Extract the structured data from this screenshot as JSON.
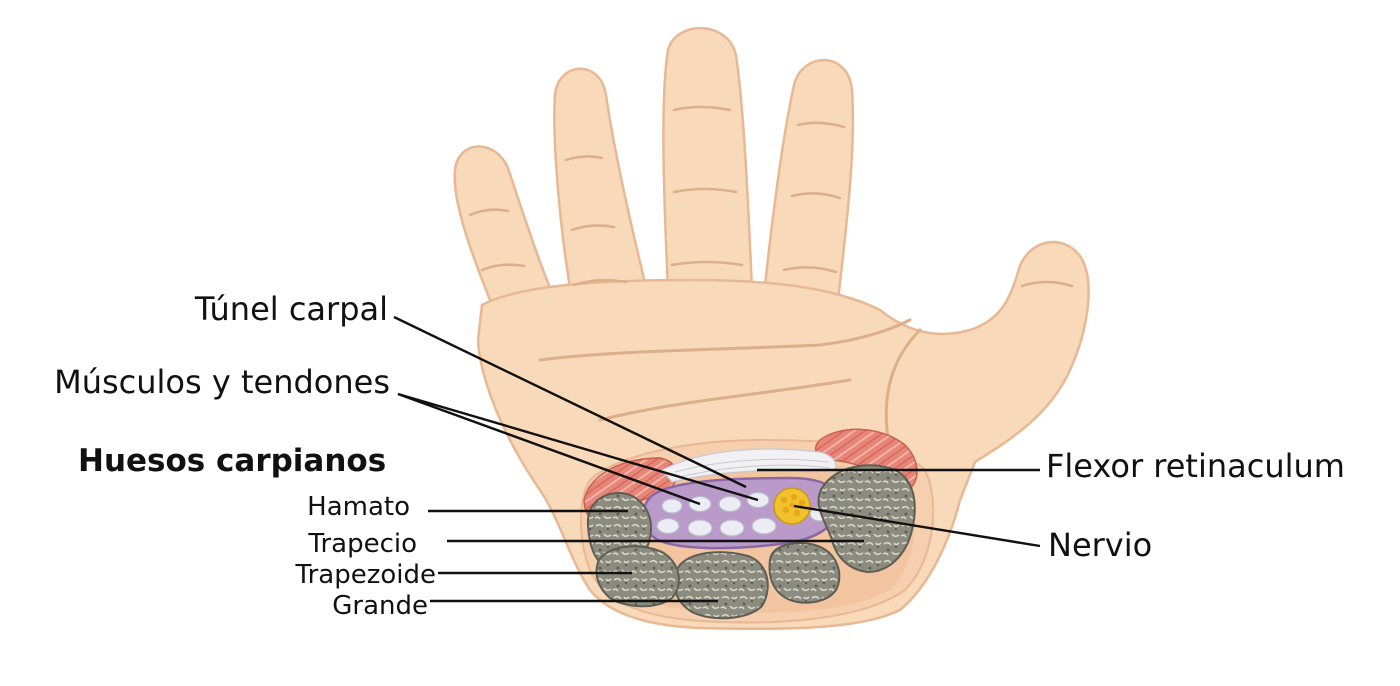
{
  "labels": {
    "carpal_tunnel": "Túnel carpal",
    "muscles_tendons": "Músculos y tendones",
    "carpal_bones_heading": "Huesos carpianos",
    "hamate": "Hamato",
    "trapezium": "Trapecio",
    "trapezoid": "Trapezoide",
    "capitate": "Grande",
    "flexor_retinaculum": "Flexor retinaculum",
    "nerve": "Nervio"
  },
  "colors": {
    "skin": "#f8d9b9",
    "skin_outline": "#e8b894",
    "skin_crease": "#dcae8a",
    "bone": "#8c8b7f",
    "bone_outline": "#5e5d54",
    "muscle": "#e88578",
    "tunnel": "#b99ac9",
    "tunnel_outline": "#8a68a6",
    "tendon": "#ecedf4",
    "nerve": "#f2c12e",
    "retinaculum": "#f1f1f3",
    "line": "#111111"
  }
}
